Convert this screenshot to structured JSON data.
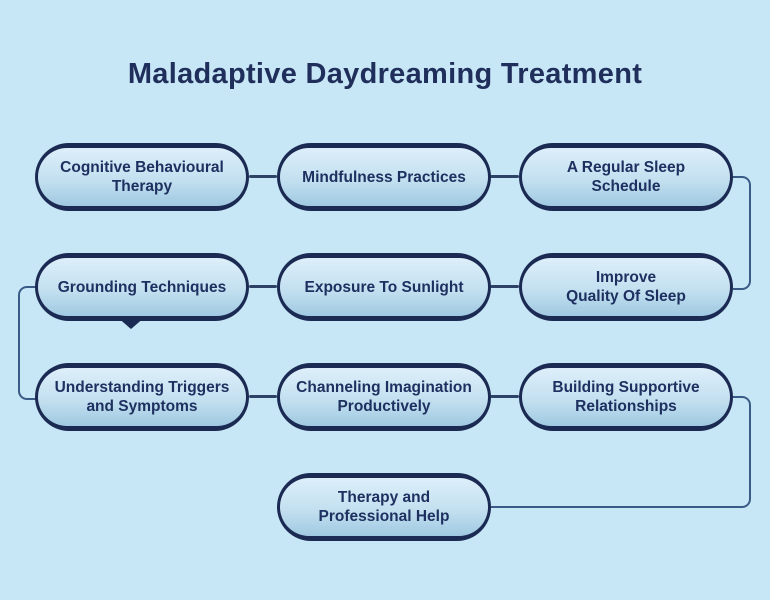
{
  "title": "Maladaptive Daydreaming Treatment",
  "colors": {
    "background": "#c7e7f6",
    "node_border_navy": "#1b2a52",
    "node_fill_top": "#ddeffa",
    "node_fill_bottom": "#a0c9e1",
    "text_navy": "#1e3060",
    "title_navy": "#1f2e5a",
    "connector_short": "#2e4166",
    "connector_long": "#3a5b86"
  },
  "nodes": [
    {
      "id": "cognitive-behavioural-therapy",
      "label": "Cognitive Behavioural\nTherapy"
    },
    {
      "id": "mindfulness-practices",
      "label": "Mindfulness Practices"
    },
    {
      "id": "a-regular-sleep-schedule",
      "label": "A Regular Sleep\nSchedule"
    },
    {
      "id": "grounding-techniques",
      "label": "Grounding Techniques"
    },
    {
      "id": "exposure-to-sunlight",
      "label": "Exposure To Sunlight"
    },
    {
      "id": "improve-quality-of-sleep",
      "label": "Improve\nQuality Of Sleep"
    },
    {
      "id": "understanding-triggers-and-symptoms",
      "label": "Understanding Triggers\nand Symptoms"
    },
    {
      "id": "channeling-imagination-productively",
      "label": "Channeling Imagination\nProductively"
    },
    {
      "id": "building-supportive-relationships",
      "label": "Building Supportive\nRelationships"
    },
    {
      "id": "therapy-and-professional-help",
      "label": "Therapy and\nProfessional Help"
    }
  ],
  "connections": [
    {
      "from": "cognitive-behavioural-therapy",
      "to": "mindfulness-practices",
      "shape": "horizontal"
    },
    {
      "from": "mindfulness-practices",
      "to": "a-regular-sleep-schedule",
      "shape": "horizontal"
    },
    {
      "from": "a-regular-sleep-schedule",
      "to": "improve-quality-of-sleep",
      "shape": "right-side-u"
    },
    {
      "from": "improve-quality-of-sleep",
      "to": "exposure-to-sunlight",
      "shape": "horizontal"
    },
    {
      "from": "exposure-to-sunlight",
      "to": "grounding-techniques",
      "shape": "horizontal"
    },
    {
      "from": "grounding-techniques",
      "to": "understanding-triggers-and-symptoms",
      "shape": "left-side-u"
    },
    {
      "from": "grounding-techniques",
      "to": "understanding-triggers-and-symptoms",
      "shape": "down-arrowhead"
    },
    {
      "from": "understanding-triggers-and-symptoms",
      "to": "channeling-imagination-productively",
      "shape": "horizontal"
    },
    {
      "from": "channeling-imagination-productively",
      "to": "building-supportive-relationships",
      "shape": "horizontal"
    },
    {
      "from": "building-supportive-relationships",
      "to": "therapy-and-professional-help",
      "shape": "right-down-elbow"
    }
  ]
}
